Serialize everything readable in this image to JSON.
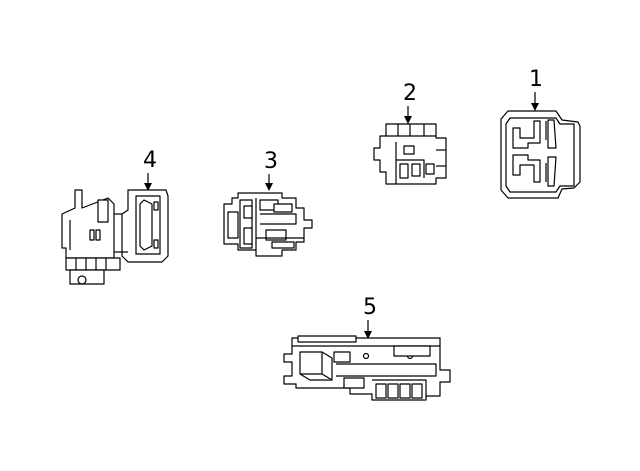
{
  "diagram": {
    "background": "#ffffff",
    "stroke_color": "#000000",
    "callouts": {
      "c1": "1",
      "c2": "2",
      "c3": "3",
      "c4": "4",
      "c5": "5"
    },
    "parts": [
      {
        "callout": "1",
        "icon": "connector-housing-icon"
      },
      {
        "callout": "2",
        "icon": "connector-block-icon"
      },
      {
        "callout": "3",
        "icon": "connector-assembly-icon"
      },
      {
        "callout": "4",
        "icon": "bracketed-connector-icon"
      },
      {
        "callout": "5",
        "icon": "relay-block-icon"
      }
    ]
  }
}
